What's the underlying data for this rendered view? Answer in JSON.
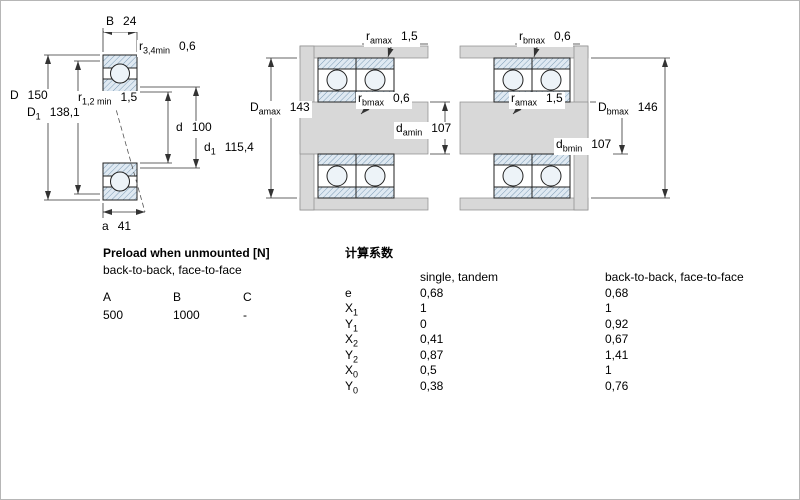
{
  "colors": {
    "hatch_blue": "#7d9cb5",
    "component_gray": "#d8d8d8"
  },
  "left_drawing": {
    "dims": [
      {
        "base": "B",
        "sub": "",
        "value": "24"
      },
      {
        "base": "r",
        "sub": "3,4min",
        "value": "0,6"
      },
      {
        "base": "D",
        "sub": "",
        "value": "150"
      },
      {
        "base": "D",
        "sub": "1",
        "value": "138,1"
      },
      {
        "base": "r",
        "sub": "1,2 min",
        "value": "1,5"
      },
      {
        "base": "d",
        "sub": "",
        "value": "100"
      },
      {
        "base": "d",
        "sub": "1",
        "value": "115,4"
      },
      {
        "base": "a",
        "sub": "",
        "value": "41"
      }
    ]
  },
  "middle_drawing": {
    "dims": [
      {
        "base": "r",
        "sub": "amax",
        "value": "1,5"
      },
      {
        "base": "D",
        "sub": "amax",
        "value": "143"
      },
      {
        "base": "r",
        "sub": "bmax",
        "value": "0,6"
      },
      {
        "base": "d",
        "sub": "amin",
        "value": "107"
      }
    ]
  },
  "right_drawing": {
    "dims": [
      {
        "base": "r",
        "sub": "bmax",
        "value": "0,6"
      },
      {
        "base": "r",
        "sub": "amax",
        "value": "1,5"
      },
      {
        "base": "D",
        "sub": "bmax",
        "value": "146"
      },
      {
        "base": "d",
        "sub": "bmin",
        "value": "107"
      }
    ]
  },
  "preload": {
    "title": "Preload when unmounted [N]",
    "subtitle": "back-to-back, face-to-face",
    "columns": [
      "A",
      "B",
      "C"
    ],
    "values": [
      "500",
      "1000",
      "-"
    ]
  },
  "factors": {
    "title": "计算系数",
    "col1_header": "single, tandem",
    "col2_header": "back-to-back, face-to-face",
    "rows": [
      {
        "base": "e",
        "sub": "",
        "v1": "0,68",
        "v2": "0,68"
      },
      {
        "base": "X",
        "sub": "1",
        "v1": "1",
        "v2": "1"
      },
      {
        "base": "Y",
        "sub": "1",
        "v1": "0",
        "v2": "0,92"
      },
      {
        "base": "X",
        "sub": "2",
        "v1": "0,41",
        "v2": "0,67"
      },
      {
        "base": "Y",
        "sub": "2",
        "v1": "0,87",
        "v2": "1,41"
      },
      {
        "base": "X",
        "sub": "0",
        "v1": "0,5",
        "v2": "1"
      },
      {
        "base": "Y",
        "sub": "0",
        "v1": "0,38",
        "v2": "0,76"
      }
    ]
  }
}
